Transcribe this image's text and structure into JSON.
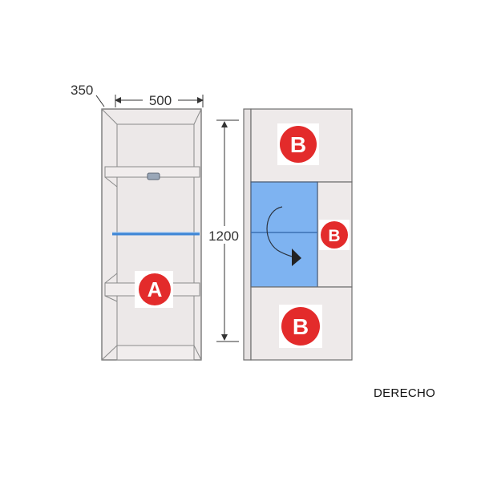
{
  "dimensions": {
    "depth": "350",
    "width": "500",
    "height": "1200"
  },
  "badges": {
    "a": "A",
    "b_top": "B",
    "b_middle": "B",
    "b_bottom": "B"
  },
  "orientation_label": "DERECHO",
  "colors": {
    "panel": "#eeeaea",
    "outline": "#6e6e6e",
    "glass": "#7eb3f1",
    "shelf_glow": "#3e86d6",
    "badge": "#e32b2b",
    "dim_line": "#333333"
  }
}
